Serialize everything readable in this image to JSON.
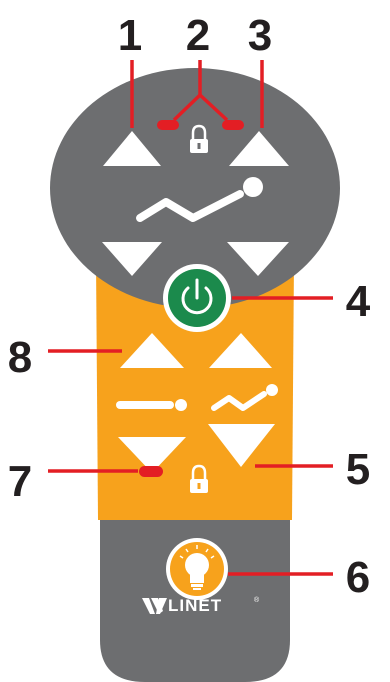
{
  "callouts": [
    "1",
    "2",
    "3",
    "4",
    "5",
    "6",
    "7",
    "8"
  ],
  "brand": {
    "name": "LINET",
    "mark": "®"
  },
  "colors": {
    "head_gray": "#6d6e70",
    "body_orange": "#f7a21c",
    "base_gray": "#6d6e70",
    "power_green": "#1b8a4c",
    "light_orange": "#f7a21c",
    "indicator_red": "#e31e24",
    "callout_line": "#e31e24",
    "text": "#231f20",
    "icon_white": "#ffffff"
  },
  "icons": [
    "up-arrow",
    "down-arrow",
    "lock",
    "seat-recline",
    "bed-flat",
    "power",
    "light-bulb"
  ]
}
